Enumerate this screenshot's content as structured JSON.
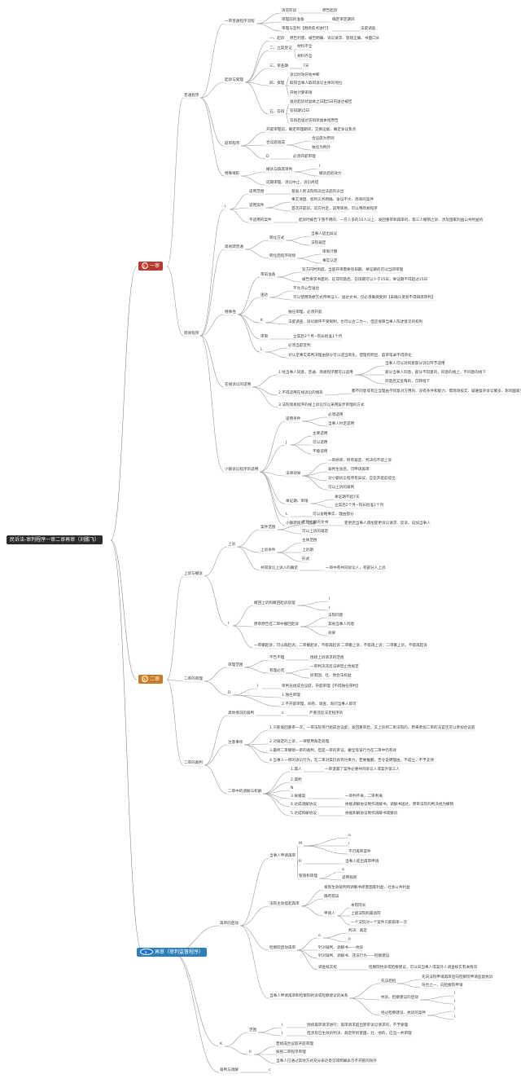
{
  "root": "民诉法-审判程序一审二审再审（刘鹏飞）",
  "branches": [
    {
      "num": "1",
      "label": "一审",
      "color": "#b83a2e"
    },
    {
      "num": "2",
      "label": "二审",
      "color": "#c77a2a"
    },
    {
      "num": "3",
      "label": "再审（审判监督程序）",
      "color": "#2e7fb8"
    }
  ],
  "nodes": {
    "n1": "普通程序",
    "n2": "简易程序",
    "n3": "一审普通程序流程",
    "n4": "诉答阶段",
    "n5": "原告起诉",
    "n6": "审理前的准备",
    "n7": "确定审定期间",
    "n8": "审理与宣判【围绕焦点进行】",
    "n9": "法庭调查",
    "n10": "起诉与受理",
    "n11": "一、起诉",
    "n12": "原告利害、被告明确、诉讼请求、管辖正确、书面口头",
    "n13": "二、立案登记",
    "n14": "材料不全",
    "n15": "材料齐全",
    "n16": "三、审查期",
    "n17": "7天",
    "n18": "四、受理",
    "n19": "诉讼时效开始中断",
    "n20": "取得当事人取得诉讼主体的地位",
    "n21": "开始计算审限",
    "n22": "五、答辩",
    "n23": "送达起诉状副本之日起5日内送达被告",
    "n24": "答辩期15日",
    "n25": "答辩后送达答辩状副本给原告",
    "n26": "庭审程序",
    "n27": "开庭审理前，确定审理期间，交换证据，确定争议焦点",
    "n28": "合议庭组成",
    "n29": "合议庭为原则",
    "n30": "独任为例外",
    "n31": "D",
    "n32": "必须开庭审理",
    "n33": "特殊情形",
    "n34": "撤诉与缺席审判",
    "n35": "I",
    "n36": "撤诉后的效力",
    "n37": "延期审理、诉讼中止、诉讼终结",
    "n38": "I",
    "n39": "适用范围",
    "n40": "基层人民法院和派出法庭的派出",
    "n41": "适用案件",
    "n42": "事实清楚、权利义务明确、争议不大、简单的案件",
    "n43": "首次开庭前，双方约定，适用简易，可以用简易程序",
    "n44": "不适用的案件",
    "n45": "起诉时被告下落不明的、一方人多的10人以上、发回重审和再审的、第三人撤销之诉、涉及国家利益公共利益的",
    "n46": "简易转普通",
    "n47": "转化方式",
    "n48": "当事人提出异议",
    "n49": "法院裁定",
    "n50": "转化后程序衔接",
    "n51": "审限计算",
    "n52": "事实认定",
    "n53": "特殊性",
    "n54": "审前准备",
    "n55": "双方同时到庭，当庭开审需要答辩期、举证期的可以当即审理",
    "n56": "被告要求书面的、征得同意后，答辩期可以少于15日，举证期不得超过15日",
    "n57": "送达",
    "n58": "不允许公告送达",
    "n59": "可以使用简便方式传唤证人、送达文书。仅必须确保受到【未确认受到不得缺席审判】",
    "n60": "K",
    "n61": "独任审理，必须开庭",
    "n62": "法庭调查、辩论顺序不受限制，也可以合二为一，但应保障当事人陈述意见的权利",
    "n63": "审限",
    "n64": "立案后3个月~院长批准1个月",
    "n65": "L",
    "n66": "必须当庭宣判",
    "n67": "对认定事实或判决理由部分可以适当简化，但理有明显、庭审笔录不得简化",
    "n68": "在线诉讼的适用",
    "n69": "1.经当事人同意，普通、简易程序都可以适用",
    "n70": "当事人可以对同意部分诉讼环节适用",
    "n71": "部分当事人同意，部分不同意的，同意的线上，不同意的线下",
    "n72": "同意后又反悔的，可转线下",
    "n73": "2.不得适用在线诉讼的情形",
    "n74": "都不同意或有正当理由不同意对方用的、没有条件和能力、需现场核实、疑难复杂诉讼繁多、影响国家安全和秘密",
    "n75": "3.法院简易程序的线上诉讼可以采用异步审理的方式",
    "n76": "小额诉讼程序的适用",
    "n77": "适用条件",
    "n78": "必须适用",
    "n79": "当事人约定适用",
    "n80": "J",
    "n81": "主要适用",
    "n82": "可以适用",
    "n83": "不能适用",
    "n84": "法律效果",
    "n85": "一审终审，所有裁定、判决均不得上诉",
    "n86": "裁判生效后，可申请再审",
    "n87": "对小额诉讼程序有异议，应在开庭前提出",
    "n88": "可以上诉的裁判",
    "n89": "举证期、审限",
    "n90": "举证期不超7天",
    "n91": "立案后2个月~院长批准1个月",
    "n92": "L",
    "n93": "可以省略事实、理由部分",
    "n94": "小额转简易、普通",
    "n95": "变更后当事人增加变更诉讼请求、反诉、追加当事人",
    "n96": "上诉与撤诉",
    "n97": "上诉",
    "n98": "案件范围",
    "n99": "不能上诉的文书",
    "n100": "可以上诉的裁定",
    "n101": "上诉条件",
    "n102": "主体范围",
    "n103": "上诉期",
    "n104": "形式",
    "n105": "共同诉讼上诉人的确定",
    "n106": "一审中有共同诉讼人，有部分人上诉",
    "n107": "I",
    "n108": "撤回上诉和撤回起诉处理",
    "n109": "I",
    "n110": "I",
    "n111": "原审原告在二审中撤回起诉",
    "n112": "法院同意",
    "n113": "其他当事人同意",
    "n114": "效果",
    "n115": "一审撤起诉，可以再起诉；二审撤起诉，不能再起诉 二审撤上诉，不能再上诉；二审撤上诉，不能再起诉",
    "n116": "二审的审理",
    "n117": "审理范围",
    "n118": "不告不理",
    "n119": "围绕上诉请求的范围",
    "n120": "有理必究",
    "n121": "一审判决违反法律禁止性规定",
    "n122": "损害国、社、他合法权益",
    "n123": "D",
    "n124": "I",
    "n125": "审判员组成合议庭，开庭审理【不得独任审判】",
    "n126": "1.独任审理",
    "n127": "2.不开庭审理，阅卷、调查、询问当事人即可",
    "n128": "二审的裁判",
    "n129": "具体情况的裁判",
    "n130": "z",
    "n131": "严重违反法定程序的",
    "n132": "注意事项",
    "n133": "1.只能发回重审一次，一审法院另行组成合议庭；发回重审后，又上诉到二审法院的，原来参加二审的法官还可以参加合议庭",
    "n134": "2.对裁定的上诉，一律使用裁定处理",
    "n135": "3.最终二审撤销一审的裁判，但是一审的审证，撤全等该行为在二审中仍有效",
    "n136": "4.当事人一审的诉讼行为，在二审对其仍具有约束力，若要推翻，否令说明理由，不成立，不予支持",
    "n137": "二审中的调解与和解",
    "n138": "1.漏人",
    "n139": "一审遗漏了案件必要共同诉讼人或案外第三人",
    "n140": "2.漏判",
    "n141": "N",
    "n142": "3.离婚案",
    "n143": "一审判不离，二审判离",
    "n144": "4.达成调解协议",
    "n145": "依据调解协议制作调解书，调解书送达，原审法院的判决视为撤销",
    "n146": "5.达成和解协议",
    "n147": "依据和解协议制作调解书或撤诉",
    "n148": "再审的启动",
    "n149": "当事人申请再审",
    "n150": "M",
    "n151": "o",
    "n152": "r",
    "n153": "不可再审案件",
    "n154": "R",
    "n155": "当事人提出再审申请",
    "n156": "管辖和审理",
    "n157": "a",
    "n158": "适用规则",
    "n159": "法院主动提起再审",
    "n160": "发现生效裁判和调解书损害国家利益、社会公共利益",
    "n161": "确有错误",
    "n162": "申请人",
    "n163": "本院院长",
    "n164": "上级法院和最高院",
    "n165": "一个法院对一个案件只能再审一次",
    "n166": "检察院启动再审",
    "n167": "o",
    "n168": "判决、裁定",
    "n169": "P",
    "n170": "针对裁判、调解书——抗诉",
    "n171": "针对裁判、调解书、违法行为——检察建议",
    "n172": "调查核实权",
    "n173": "检察院抗诉或检察建议，可以向当事人或案外人调查核实有关情况",
    "n174": "当事人申请再审和检察院抗诉或检察建议的关系",
    "n175": "先法后检",
    "n176": "先向法院申请再审后向检察院申请监督抗诉",
    "n177": "符合之一，向检察院申请",
    "n178": "抗诉、检察建议的启动",
    "n179": "I",
    "n180": "I",
    "n181": "经过检察建议、抗诉的案件",
    "n182": "I",
    "n183": "I",
    "n184": "K",
    "n185": "范围",
    "n186": "I",
    "n187": "围绕再审请求进行；再审请求超出原审诉讼请求的，不予受理",
    "n188": "I",
    "n189": "但涉及已生效的判决、裁定所损害国、社、他的，应当一并审理",
    "n190": "II",
    "n191": "若组成合议庭开庭审理",
    "n192": "按照二审程序审理",
    "n193": "当事人已通过其他方式充分表达意见或明确表示不开庭的除外",
    "n194": "裁判与调解",
    "n195": "c"
  }
}
